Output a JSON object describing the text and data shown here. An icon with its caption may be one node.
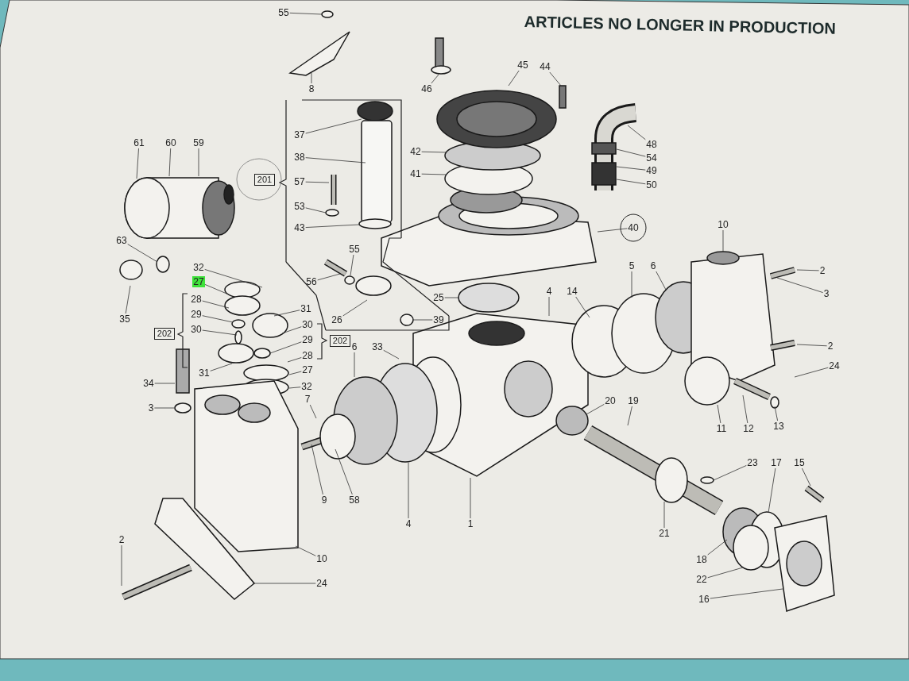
{
  "diagram": {
    "title": "ARTICLES NO LONGER IN PRODUCTION",
    "nodes": [
      {
        "text": [
          "55"
        ]
      },
      {
        "text": [
          "8"
        ]
      },
      {
        "text": [
          "46"
        ]
      },
      {
        "text": [
          "45"
        ]
      },
      {
        "text": [
          "44"
        ]
      },
      {
        "text": [
          "61"
        ]
      },
      {
        "text": [
          "60"
        ]
      },
      {
        "text": [
          "59"
        ]
      },
      {
        "text": [
          "37"
        ]
      },
      {
        "text": [
          "38"
        ]
      },
      {
        "text": [
          "57"
        ]
      },
      {
        "text": [
          "53"
        ]
      },
      {
        "text": [
          "43"
        ]
      },
      {
        "text": [
          "42"
        ]
      },
      {
        "text": [
          "41"
        ]
      },
      {
        "text": [
          "48"
        ]
      },
      {
        "text": [
          "54"
        ]
      },
      {
        "text": [
          "49"
        ]
      },
      {
        "text": [
          "50"
        ]
      },
      {
        "text": [
          "40"
        ]
      },
      {
        "text": [
          "10"
        ]
      },
      {
        "text": [
          "63"
        ]
      },
      {
        "text": [
          "32"
        ]
      },
      {
        "text": [
          "27"
        ]
      },
      {
        "text": [
          "28"
        ]
      },
      {
        "text": [
          "29"
        ]
      },
      {
        "text": [
          "30"
        ]
      },
      {
        "text": [
          "31"
        ]
      },
      {
        "text": [
          "35"
        ]
      },
      {
        "text": [
          "34"
        ]
      },
      {
        "text": [
          "3"
        ]
      },
      {
        "text": [
          "31"
        ]
      },
      {
        "text": [
          "30"
        ]
      },
      {
        "text": [
          "29"
        ]
      },
      {
        "text": [
          "28"
        ]
      },
      {
        "text": [
          "27"
        ]
      },
      {
        "text": [
          "32"
        ]
      },
      {
        "text": [
          "56"
        ]
      },
      {
        "text": [
          "55"
        ]
      },
      {
        "text": [
          "26"
        ]
      },
      {
        "text": [
          "39"
        ]
      },
      {
        "text": [
          "25"
        ]
      },
      {
        "text": [
          "6"
        ]
      },
      {
        "text": [
          "33"
        ]
      },
      {
        "text": [
          "4"
        ]
      },
      {
        "text": [
          "14"
        ]
      },
      {
        "text": [
          "5"
        ]
      },
      {
        "text": [
          "6"
        ]
      },
      {
        "text": [
          "2"
        ]
      },
      {
        "text": [
          "3"
        ]
      },
      {
        "text": [
          "2"
        ]
      },
      {
        "text": [
          "24"
        ]
      },
      {
        "text": [
          "11"
        ]
      },
      {
        "text": [
          "12"
        ]
      },
      {
        "text": [
          "13"
        ]
      },
      {
        "text": [
          "20"
        ]
      },
      {
        "text": [
          "19"
        ]
      },
      {
        "text": [
          "7"
        ]
      },
      {
        "text": [
          "9"
        ]
      },
      {
        "text": [
          "58"
        ]
      },
      {
        "text": [
          "4"
        ]
      },
      {
        "text": [
          "1"
        ]
      },
      {
        "text": [
          "23"
        ]
      },
      {
        "text": [
          "17"
        ]
      },
      {
        "text": [
          "15"
        ]
      },
      {
        "text": [
          "21"
        ]
      },
      {
        "text": [
          "18"
        ]
      },
      {
        "text": [
          "22"
        ]
      },
      {
        "text": [
          "16"
        ]
      },
      {
        "text": [
          "10"
        ]
      },
      {
        "text": [
          "24"
        ]
      },
      {
        "text": [
          "2"
        ]
      },
      {
        "text": [
          "201"
        ]
      },
      {
        "text": [
          "202"
        ]
      },
      {
        "text": [
          "202"
        ]
      }
    ],
    "edges": [
      {
        "from": 0,
        "to": null,
        "arrow": "none"
      },
      {
        "from": 1,
        "to": null,
        "arrow": "none"
      },
      {
        "from": 2,
        "to": null,
        "arrow": "none"
      },
      {
        "from": 3,
        "to": null,
        "arrow": "none"
      },
      {
        "from": 4,
        "to": null,
        "arrow": "none"
      },
      {
        "from": 5,
        "to": null,
        "arrow": "none"
      },
      {
        "from": 6,
        "to": null,
        "arrow": "none"
      },
      {
        "from": 7,
        "to": null,
        "arrow": "none"
      },
      {
        "from": 8,
        "to": null,
        "arrow": "none"
      },
      {
        "from": 9,
        "to": null,
        "arrow": "none"
      },
      {
        "from": 10,
        "to": null,
        "arrow": "none"
      },
      {
        "from": 11,
        "to": null,
        "arrow": "none"
      },
      {
        "from": 12,
        "to": null,
        "arrow": "none"
      },
      {
        "from": 13,
        "to": null,
        "arrow": "none"
      },
      {
        "from": 14,
        "to": null,
        "arrow": "none"
      },
      {
        "from": 15,
        "to": null,
        "arrow": "none"
      },
      {
        "from": 16,
        "to": null,
        "arrow": "none"
      },
      {
        "from": 17,
        "to": null,
        "arrow": "none"
      },
      {
        "from": 18,
        "to": null,
        "arrow": "none"
      },
      {
        "from": 19,
        "to": null,
        "arrow": "none"
      },
      {
        "from": 20,
        "to": null,
        "arrow": "none"
      },
      {
        "from": 21,
        "to": null,
        "arrow": "none"
      },
      {
        "from": 22,
        "to": null,
        "arrow": "none"
      },
      {
        "from": 23,
        "to": null,
        "arrow": "none"
      },
      {
        "from": 24,
        "to": null,
        "arrow": "none"
      },
      {
        "from": 25,
        "to": null,
        "arrow": "none"
      },
      {
        "from": 26,
        "to": null,
        "arrow": "none"
      },
      {
        "from": 27,
        "to": null,
        "arrow": "none"
      },
      {
        "from": 28,
        "to": null,
        "arrow": "none"
      },
      {
        "from": 29,
        "to": null,
        "arrow": "none"
      },
      {
        "from": 30,
        "to": null,
        "arrow": "none"
      },
      {
        "from": 31,
        "to": null,
        "arrow": "none"
      },
      {
        "from": 32,
        "to": null,
        "arrow": "none"
      },
      {
        "from": 33,
        "to": null,
        "arrow": "none"
      },
      {
        "from": 34,
        "to": null,
        "arrow": "none"
      },
      {
        "from": 35,
        "to": null,
        "arrow": "none"
      },
      {
        "from": 36,
        "to": null,
        "arrow": "none"
      },
      {
        "from": 37,
        "to": null,
        "arrow": "none"
      },
      {
        "from": 38,
        "to": null,
        "arrow": "none"
      },
      {
        "from": 39,
        "to": null,
        "arrow": "none"
      },
      {
        "from": 40,
        "to": null,
        "arrow": "none"
      },
      {
        "from": 41,
        "to": null,
        "arrow": "none"
      },
      {
        "from": 42,
        "to": null,
        "arrow": "none"
      },
      {
        "from": 43,
        "to": null,
        "arrow": "none"
      },
      {
        "from": 44,
        "to": null,
        "arrow": "none"
      },
      {
        "from": 45,
        "to": null,
        "arrow": "none"
      },
      {
        "from": 46,
        "to": null,
        "arrow": "none"
      },
      {
        "from": 47,
        "to": null,
        "arrow": "none"
      },
      {
        "from": 48,
        "to": null,
        "arrow": "none"
      },
      {
        "from": 49,
        "to": null,
        "arrow": "none"
      },
      {
        "from": 50,
        "to": null,
        "arrow": "none"
      },
      {
        "from": 51,
        "to": null,
        "arrow": "none"
      },
      {
        "from": 52,
        "to": null,
        "arrow": "none"
      },
      {
        "from": 53,
        "to": null,
        "arrow": "none"
      },
      {
        "from": 54,
        "to": null,
        "arrow": "none"
      },
      {
        "from": 55,
        "to": null,
        "arrow": "none"
      },
      {
        "from": 56,
        "to": null,
        "arrow": "none"
      },
      {
        "from": 57,
        "to": null,
        "arrow": "none"
      },
      {
        "from": 58,
        "to": null,
        "arrow": "none"
      },
      {
        "from": 59,
        "to": null,
        "arrow": "none"
      },
      {
        "from": 60,
        "to": null,
        "arrow": "none"
      },
      {
        "from": 61,
        "to": null,
        "arrow": "none"
      },
      {
        "from": 62,
        "to": null,
        "arrow": "none"
      },
      {
        "from": 63,
        "to": null,
        "arrow": "none"
      },
      {
        "from": 64,
        "to": null,
        "arrow": "none"
      },
      {
        "from": 65,
        "to": null,
        "arrow": "none"
      },
      {
        "from": 66,
        "to": null,
        "arrow": "none"
      },
      {
        "from": 67,
        "to": null,
        "arrow": "none"
      },
      {
        "from": 68,
        "to": null,
        "arrow": "none"
      },
      {
        "from": 69,
        "to": null,
        "arrow": "none"
      },
      {
        "from": 70,
        "to": null,
        "arrow": "none"
      },
      {
        "from": 71,
        "to": null,
        "arrow": "none"
      }
    ]
  }
}
